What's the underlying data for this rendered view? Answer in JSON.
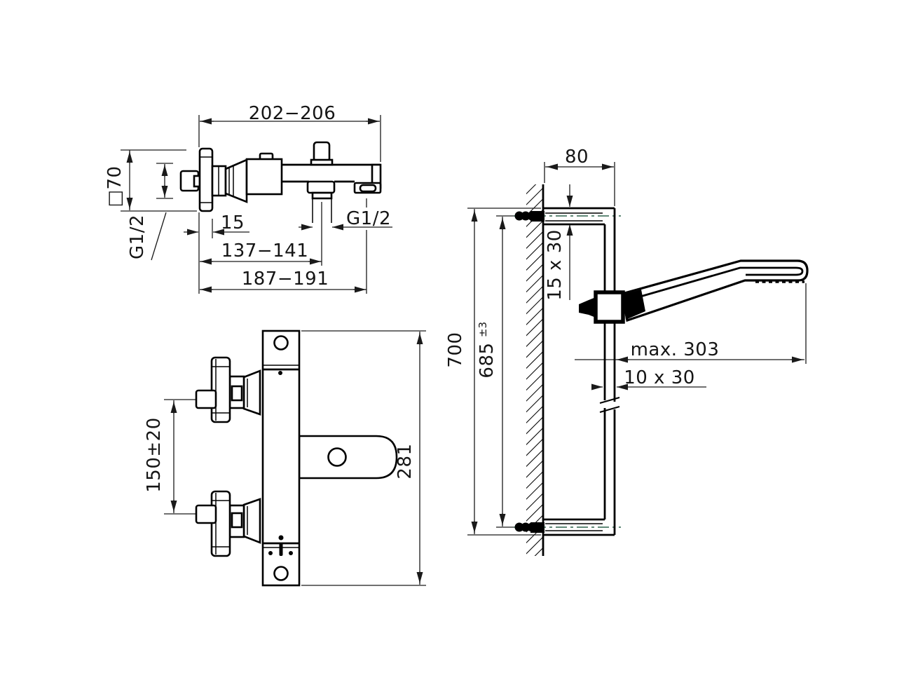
{
  "colors": {
    "background": "#ffffff",
    "line": "#000000",
    "centerline_green": "#4b7a66",
    "text": "#151515"
  },
  "views": {
    "mixer_side": {
      "title": "bath-shower mixer side view",
      "label_overall_width": "202−206",
      "label_flange_square": "□70",
      "label_inlet_thread": "G1/2",
      "label_flange_depth": "15",
      "label_shower_outlet_distance": "137−141",
      "label_spout_outlet_distance": "187−191",
      "label_outlet_thread": "G1/2"
    },
    "mixer_front": {
      "title": "bath-shower mixer front view",
      "label_handle_spacing": "150±20",
      "label_overall_height": "281"
    },
    "shower_rail_side": {
      "title": "shower rail side view",
      "label_bracket_depth": "80",
      "label_bracket_section": "15 x 30",
      "label_overall_height": "700",
      "label_fixing_distance": "685",
      "label_fixing_tolerance": "±3",
      "label_max_reach": "max. 303",
      "label_rail_section": "10 x 30"
    }
  }
}
